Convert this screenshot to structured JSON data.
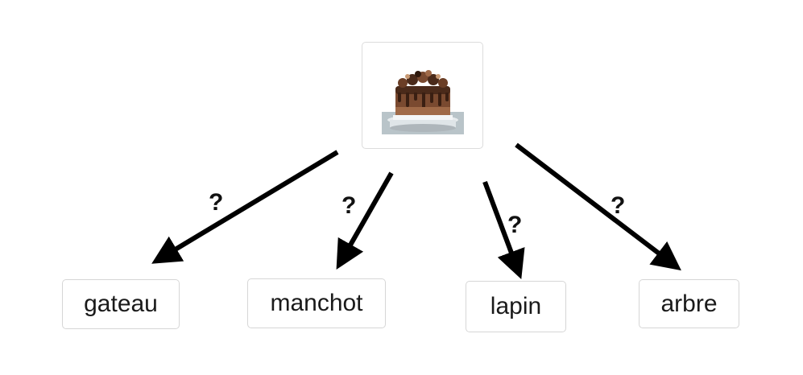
{
  "prompt_image": {
    "icon": "chocolate-cake-icon",
    "colors": {
      "cake_dark": "#4a2a1a",
      "cake_mid": "#7a4a30",
      "cake_light": "#a06a48",
      "stand": "#e8ecee",
      "stand_shadow": "#aeb6bb"
    }
  },
  "arrow_marker": "?",
  "arrow_color": "#000000",
  "choices": [
    {
      "label": "gateau"
    },
    {
      "label": "manchot"
    },
    {
      "label": "lapin"
    },
    {
      "label": "arbre"
    }
  ]
}
